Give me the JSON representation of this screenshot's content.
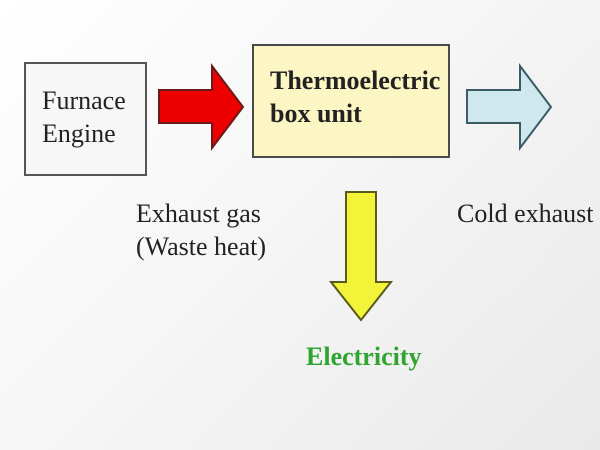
{
  "furnace": {
    "line1": "Furnace",
    "line2": "Engine"
  },
  "teg": {
    "line1": "Thermoelectric",
    "line2": "box unit"
  },
  "labels": {
    "exhaust1": "Exhaust gas",
    "exhaust2": "(Waste heat)",
    "cold": "Cold exhaust",
    "electricity": "Electricity"
  },
  "colors": {
    "hot_arrow": "#ee0000",
    "cold_arrow": "#cfe8ee",
    "electric_arrow": "#f3f33a",
    "teg_box": "#fbf6c3",
    "electricity_text": "#2fa52f"
  }
}
